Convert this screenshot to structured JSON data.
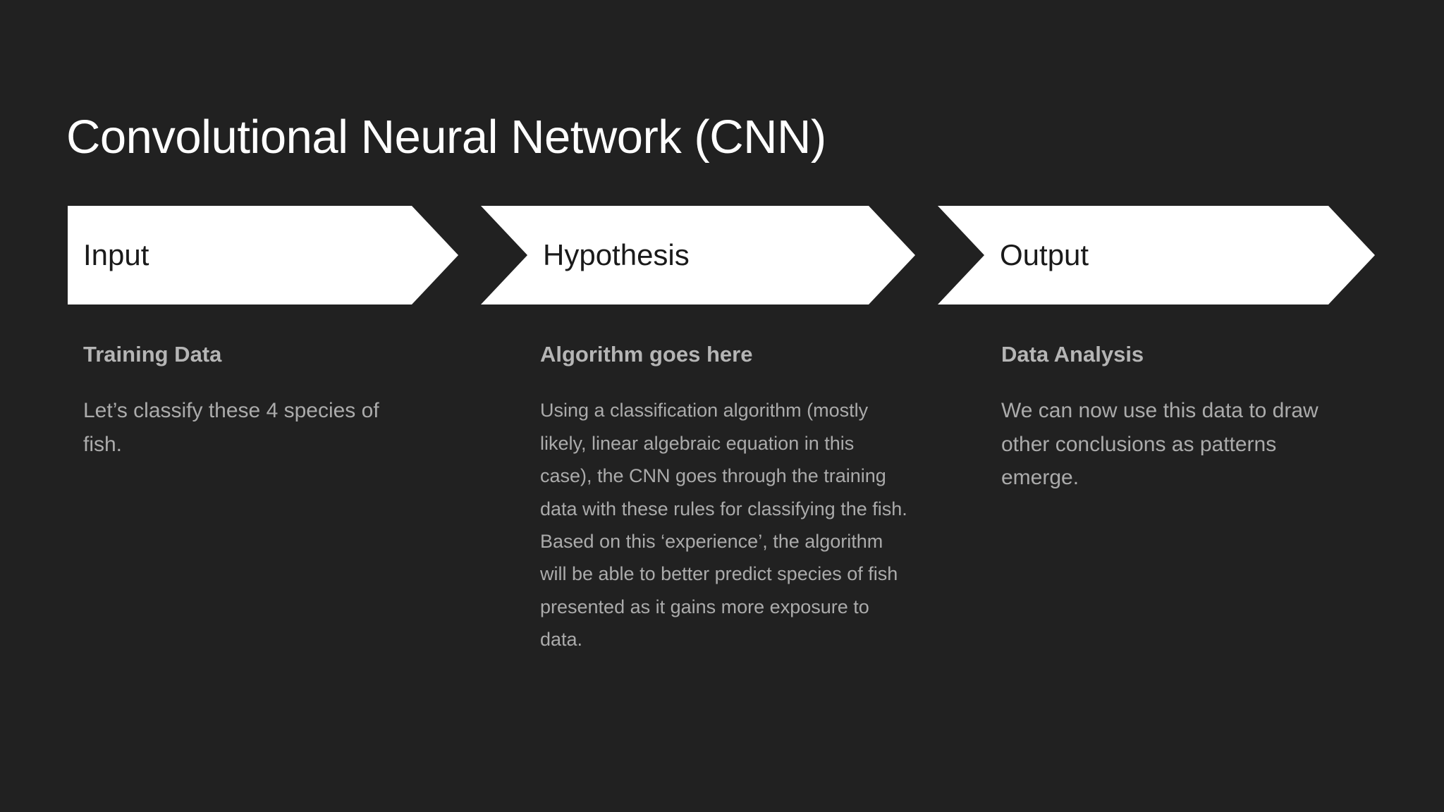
{
  "slide": {
    "title": "Convolutional Neural Network (CNN)",
    "background_color": "#212121",
    "title_color": "#ffffff",
    "banner_color": "#ffffff",
    "banner_label_color": "#1a1a1a",
    "heading_color": "#b5b5b5",
    "body_color": "#ababab"
  },
  "stages": [
    {
      "label": "Input"
    },
    {
      "label": "Hypothesis"
    },
    {
      "label": "Output"
    }
  ],
  "columns": [
    {
      "heading": "Training Data",
      "body": "Let’s classify these 4 species of fish."
    },
    {
      "heading": "Algorithm goes here",
      "body": "Using a classification algorithm (mostly likely, linear algebraic equation in this case), the CNN goes through the training data with these rules for classifying the fish. Based on this ‘experience’, the algorithm will be able to better predict species of fish presented as it gains more exposure to data."
    },
    {
      "heading": "Data Analysis",
      "body": "We can now use this data to draw other conclusions as patterns emerge."
    }
  ]
}
